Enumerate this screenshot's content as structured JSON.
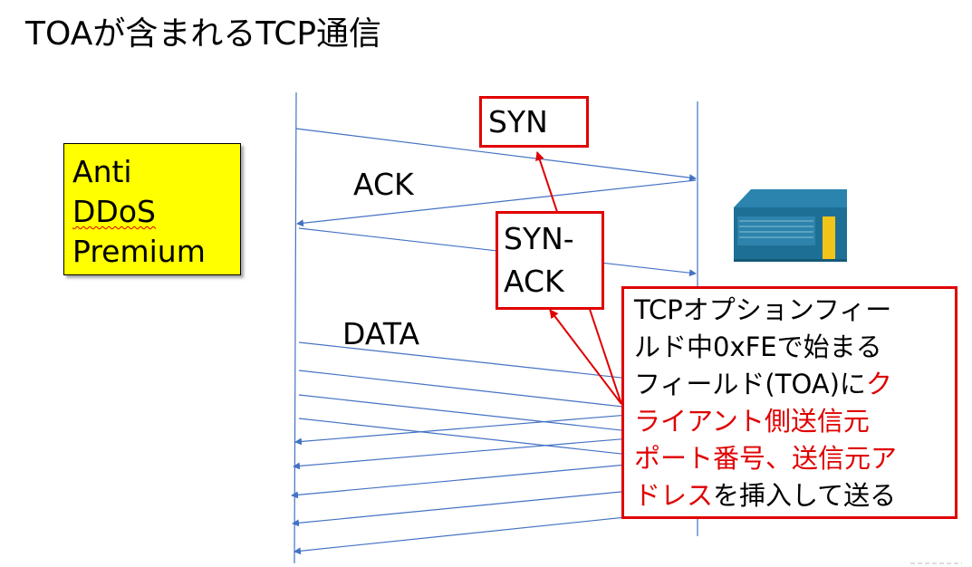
{
  "title": "TOAが含まれるTCP通信",
  "client_label": {
    "lines": [
      "Anti",
      "DDoS",
      "Premium"
    ]
  },
  "messages": {
    "syn": "SYN",
    "ack": "ACK",
    "synack_1": "SYN-",
    "synack_2": "ACK",
    "data": "DATA"
  },
  "note": {
    "line1": "TCPオプションフィー",
    "line2": "ルド中0xFEで始まる",
    "line3a": "フィールド(TOA)に",
    "line3b": "ク",
    "line4": "ライアント側送信元",
    "line5": "ポート番号、送信元ア",
    "line6a": "ドレス",
    "line6b": "を挿入して送る"
  },
  "colors": {
    "arrow": "#4472c4",
    "highlight": "#e00000",
    "ddos_fill": "#ffff00",
    "server_body": "#1e6f95",
    "server_accent": "#f0c419"
  },
  "icons": {
    "server": "server-icon"
  }
}
